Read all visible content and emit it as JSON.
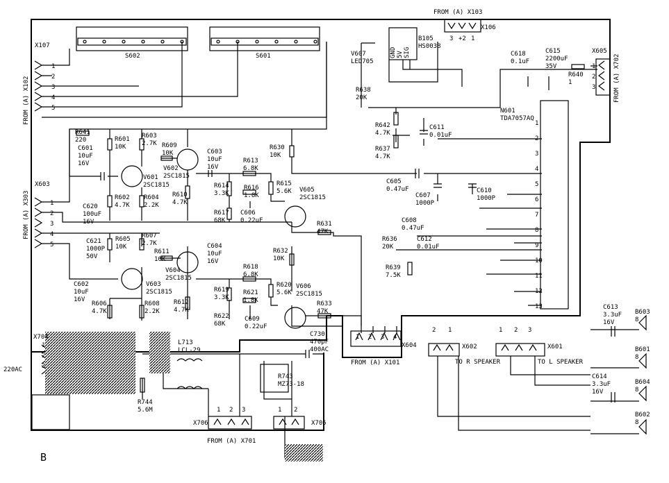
{
  "board": {
    "section_label": "B",
    "mains_label": "220AC"
  },
  "connectors": {
    "x107": {
      "name": "X107",
      "from": "FROM (A) X102",
      "pins": [
        "1",
        "2",
        "3",
        "4",
        "5"
      ]
    },
    "x603": {
      "name": "X603",
      "from": "FROM (A) X303",
      "pins": [
        "1",
        "2",
        "3",
        "4",
        "5"
      ]
    },
    "x106": {
      "name": "X106",
      "from": "FROM (A) X103",
      "pins": [
        "3",
        "+2",
        "1"
      ]
    },
    "x605": {
      "name": "X605",
      "from": "FROM (A) X702",
      "pins": [
        "1",
        "2",
        "3"
      ]
    },
    "x704": {
      "name": "X704",
      "pins": [
        "1",
        "2",
        "3"
      ]
    },
    "x604": {
      "name": "X604",
      "from": "FROM (A) X101",
      "pins": [
        "1",
        "2",
        "3",
        "4"
      ]
    },
    "x602": {
      "name": "X602",
      "to": "TO R SPEAKER",
      "pins": [
        "2",
        "1"
      ]
    },
    "x601": {
      "name": "X601",
      "to": "TO L SPEAKER",
      "pins": [
        "1",
        "2",
        "3"
      ]
    },
    "x706": {
      "name": "X706",
      "from": "FROM (A) X701",
      "pins": [
        "1",
        "2",
        "3"
      ]
    },
    "x705": {
      "name": "X705",
      "pins": [
        "1",
        "2"
      ]
    }
  },
  "switches": {
    "s602": "S602",
    "s601": "S601"
  },
  "parts": {
    "v607": [
      "V607",
      "LED705"
    ],
    "b105": [
      "B105",
      "HS0038"
    ],
    "b105_pins": [
      "GND",
      "5V",
      "SIG"
    ],
    "r638a": [
      "R638",
      "20K"
    ],
    "r642": [
      "R642",
      "4.7K"
    ],
    "r637": [
      "R637",
      "4.7K"
    ],
    "c611": [
      "C611",
      "0.01uF"
    ],
    "c618": [
      "C618",
      "0.1uF"
    ],
    "c615": [
      "C615",
      "2200uF",
      "35V"
    ],
    "r640": [
      "R640",
      "1"
    ],
    "n601": [
      "N601",
      "TDA7057AQ"
    ],
    "r641": [
      "R641",
      "220"
    ],
    "c601": [
      "C601",
      "10uF",
      "16V"
    ],
    "r601": [
      "R601",
      "10K"
    ],
    "r603": [
      "R603",
      "2.7K"
    ],
    "r609": [
      "R609",
      "10K"
    ],
    "v602": [
      "V602",
      "2SC1815"
    ],
    "c603": [
      "C603",
      "10uF",
      "16V"
    ],
    "r613": [
      "R613",
      "6.8K"
    ],
    "r630": [
      "R630",
      "10K"
    ],
    "v601": [
      "V601",
      "2SC1815"
    ],
    "r602": [
      "R602",
      "4.7K"
    ],
    "r604": [
      "R604",
      "2.2K"
    ],
    "r610": [
      "R610",
      "4.7K"
    ],
    "r614": [
      "R614",
      "3.3K"
    ],
    "r616": [
      "R616",
      "1.8K"
    ],
    "r615": [
      "R615",
      "5.6K"
    ],
    "v605": [
      "V605",
      "2SC1815"
    ],
    "c605": [
      "C605",
      "0.47uF"
    ],
    "c607": [
      "C607",
      "1000P"
    ],
    "c610": [
      "C610",
      "1000P"
    ],
    "c620": [
      "C620",
      "100uF",
      "16V"
    ],
    "r617": [
      "R617",
      "68K"
    ],
    "c606": [
      "C606",
      "0.22uF"
    ],
    "r631": [
      "R631",
      "47K"
    ],
    "c608": [
      "C608",
      "0.47uF"
    ],
    "r607": [
      "R607",
      "2.7K"
    ],
    "r605": [
      "R605",
      "10K"
    ],
    "c621": [
      "C621",
      "1000P",
      "50V"
    ],
    "r611": [
      "R611",
      "10K"
    ],
    "c604": [
      "C604",
      "10uF",
      "16V"
    ],
    "r632": [
      "R632",
      "10K"
    ],
    "r636": [
      "R636",
      "20K"
    ],
    "c612": [
      "C612",
      "0.01uF"
    ],
    "v604": [
      "V604",
      "2SC1815"
    ],
    "r618": [
      "R618",
      "6.8K"
    ],
    "r639": [
      "R639",
      "7.5K"
    ],
    "c602": [
      "C602",
      "10uF",
      "16V"
    ],
    "v603": [
      "V603",
      "2SC1815"
    ],
    "r619": [
      "R619",
      "3.3K"
    ],
    "r621": [
      "R621",
      "1.8K"
    ],
    "r620": [
      "R620",
      "5.6K"
    ],
    "v606": [
      "V606",
      "2SC1815"
    ],
    "r606": [
      "R606",
      "4.7K"
    ],
    "r608": [
      "R608",
      "2.2K"
    ],
    "r612": [
      "R612",
      "4.7K"
    ],
    "r622": [
      "R622",
      "68K"
    ],
    "c609": [
      "C609",
      "0.22uF"
    ],
    "r633": [
      "R633",
      "47K"
    ],
    "c613": [
      "C613",
      "3.3uF",
      "16V"
    ],
    "c614": [
      "C614",
      "3.3uF",
      "16V"
    ],
    "b603": [
      "B603",
      "8"
    ],
    "b601": [
      "B601",
      "8"
    ],
    "b604": [
      "B604",
      "8"
    ],
    "b602": [
      "B602",
      "8"
    ],
    "c730": [
      "C730",
      "470pF",
      "400AC"
    ],
    "l713": [
      "L713",
      "LCL-29"
    ],
    "r744": [
      "R744",
      "5.6M"
    ],
    "r743": [
      "R743",
      "MZ73-18"
    ]
  },
  "ic_pins": [
    "1",
    "2",
    "3",
    "4",
    "5",
    "6",
    "7",
    "8",
    "9",
    "10",
    "11",
    "12",
    "13"
  ]
}
